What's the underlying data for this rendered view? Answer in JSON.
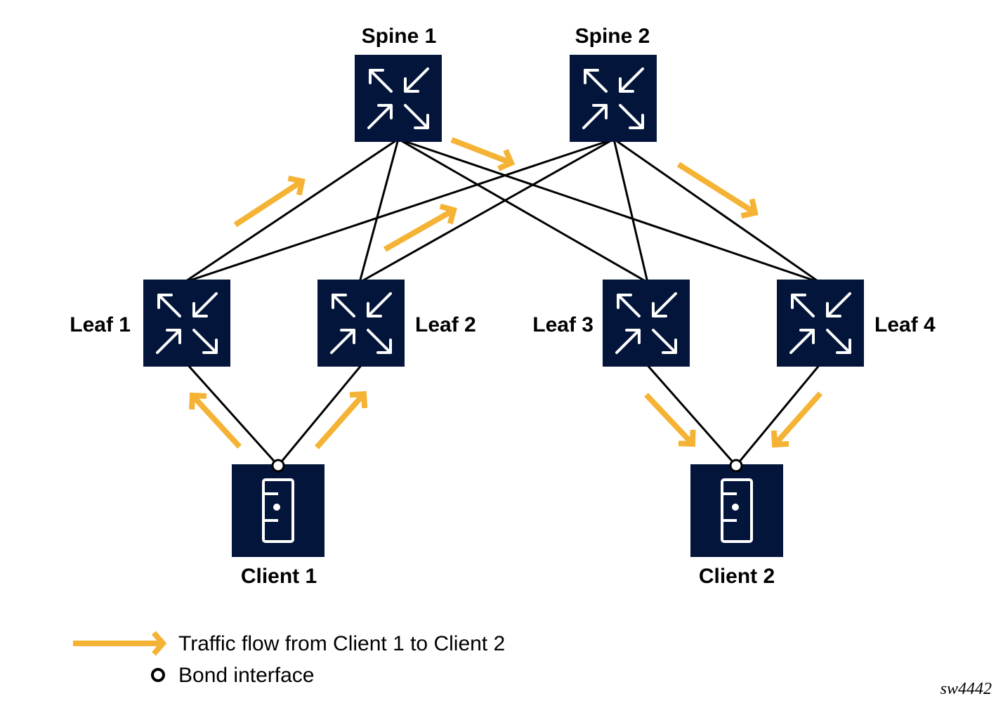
{
  "nodes": {
    "spine1": {
      "label": "Spine 1",
      "type": "switch"
    },
    "spine2": {
      "label": "Spine 2",
      "type": "switch"
    },
    "leaf1": {
      "label": "Leaf 1",
      "type": "switch"
    },
    "leaf2": {
      "label": "Leaf 2",
      "type": "switch"
    },
    "leaf3": {
      "label": "Leaf 3",
      "type": "switch"
    },
    "leaf4": {
      "label": "Leaf 4",
      "type": "switch"
    },
    "client1": {
      "label": "Client 1",
      "type": "server"
    },
    "client2": {
      "label": "Client 2",
      "type": "server"
    }
  },
  "links": [
    [
      "spine1",
      "leaf1"
    ],
    [
      "spine1",
      "leaf2"
    ],
    [
      "spine1",
      "leaf3"
    ],
    [
      "spine1",
      "leaf4"
    ],
    [
      "spine2",
      "leaf1"
    ],
    [
      "spine2",
      "leaf2"
    ],
    [
      "spine2",
      "leaf3"
    ],
    [
      "spine2",
      "leaf4"
    ],
    [
      "leaf1",
      "client1"
    ],
    [
      "leaf2",
      "client1"
    ],
    [
      "leaf3",
      "client2"
    ],
    [
      "leaf4",
      "client2"
    ]
  ],
  "traffic_path": [
    "client1 -> leaf1/leaf2",
    "leaf1/leaf2 -> spine1/spine2",
    "spine1/spine2 -> leaf3/leaf4",
    "leaf3/leaf4 -> client2"
  ],
  "legend": {
    "traffic": "Traffic flow from Client 1 to Client 2",
    "bond": "Bond interface"
  },
  "figure_id": "sw4442",
  "colors": {
    "node": "#03153a",
    "traffic": "#f5b335",
    "link": "#000000"
  }
}
